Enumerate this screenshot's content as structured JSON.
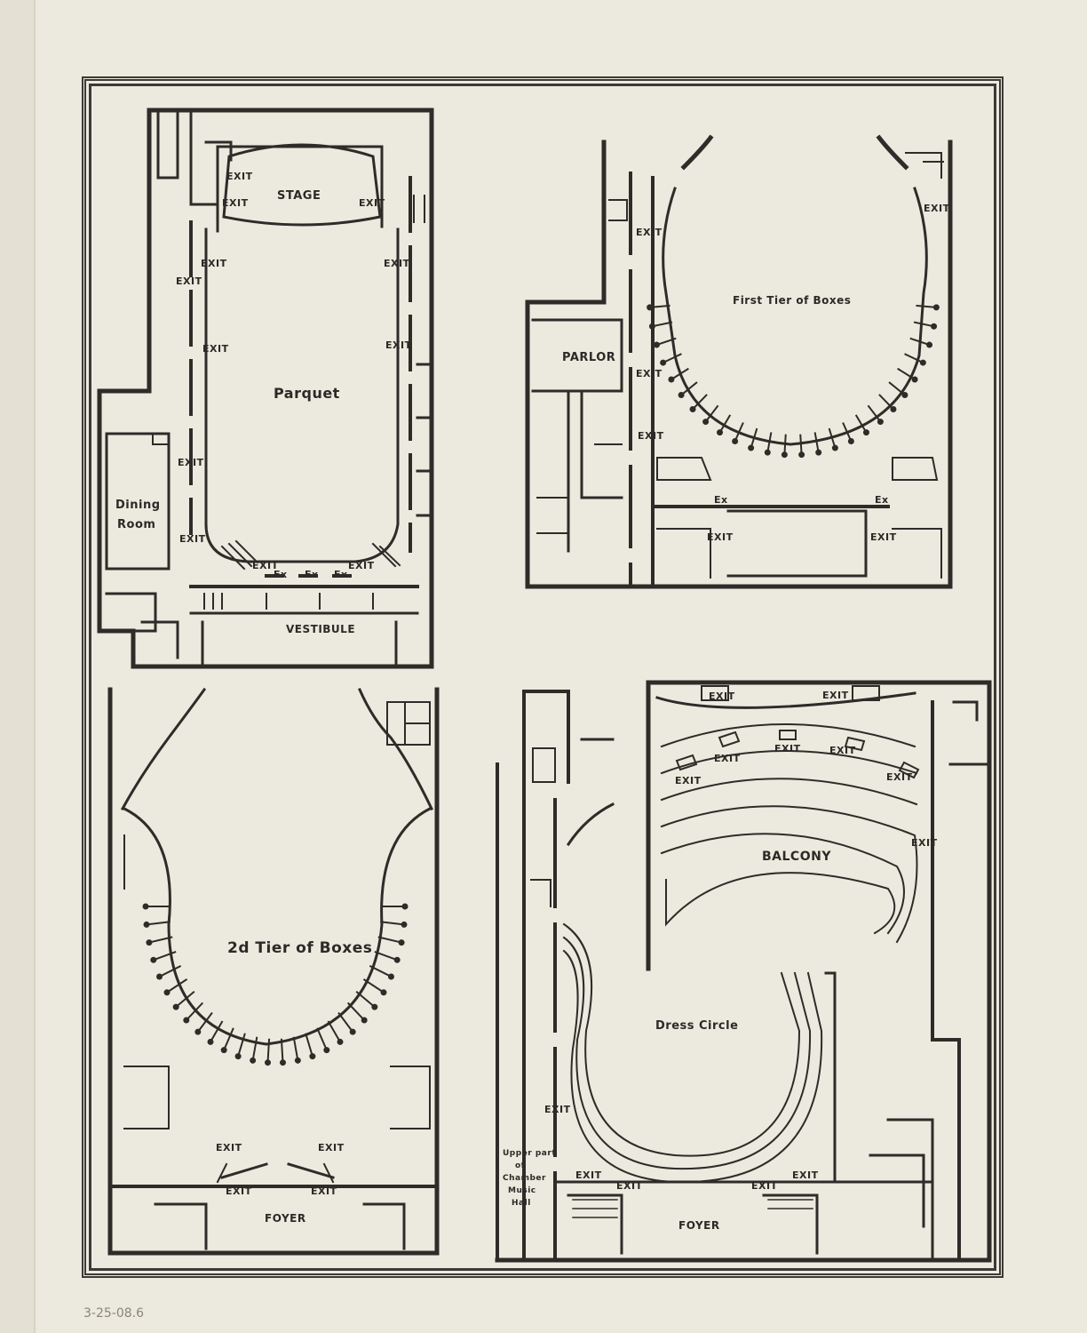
{
  "plans": {
    "parquet": {
      "title": "Parquet",
      "stage": "STAGE",
      "vestibule": "VESTIBULE",
      "dining1": "Dining",
      "dining2": "Room",
      "exit": "EXIT",
      "ex": "Ex"
    },
    "first_tier": {
      "title": "First Tier of Boxes",
      "parlor": "PARLOR",
      "exit": "EXIT",
      "ex": "Ex"
    },
    "second_tier": {
      "title": "2d Tier of Boxes",
      "foyer": "FOYER",
      "exit": "EXIT"
    },
    "balcony": {
      "title": "BALCONY",
      "dress_circle": "Dress Circle",
      "foyer": "FOYER",
      "exit": "EXIT",
      "chamber1": "Upper part",
      "chamber2": "of",
      "chamber3": "Chamber",
      "chamber4": "Music",
      "chamber5": "Hall"
    }
  },
  "archive_note": "3-25-08.6"
}
